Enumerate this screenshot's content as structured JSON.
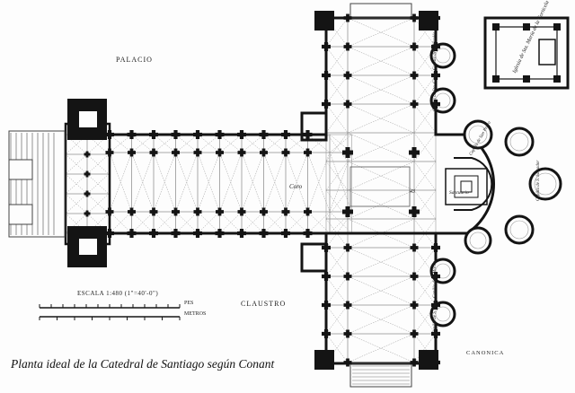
{
  "caption": "Planta ideal de la Catedral de Santiago según Conant",
  "labels": {
    "palacio": "PALACIO",
    "claustro": "CLAUSTRO",
    "canonica": "CANONICA",
    "coro": "Coro",
    "santuario": "Santuario",
    "transept_cross_number": "43"
  },
  "scale": {
    "title": "ESCALA 1:480 (1\"=40'-0\")",
    "unit_feet": "PES",
    "unit_meters": "METROS"
  },
  "chapels": {
    "north_transept_1": "Capilla de S. Nicolás",
    "north_transept_2": "Capilla de Sta. Cruz",
    "ambulatory_north": "Capilla de San Pedro",
    "ambulatory_center": "Capilla de S. Salvador",
    "south_transept_1": "Capilla de S. Martín",
    "south_transept_2": "Capilla de S. Juan"
  },
  "inset": {
    "label": "Iglesia de Sta. María de la Corticela"
  },
  "colors": {
    "ink": "#141414",
    "paper": "#fdfdfd",
    "hatch": "#9a9a9a"
  }
}
